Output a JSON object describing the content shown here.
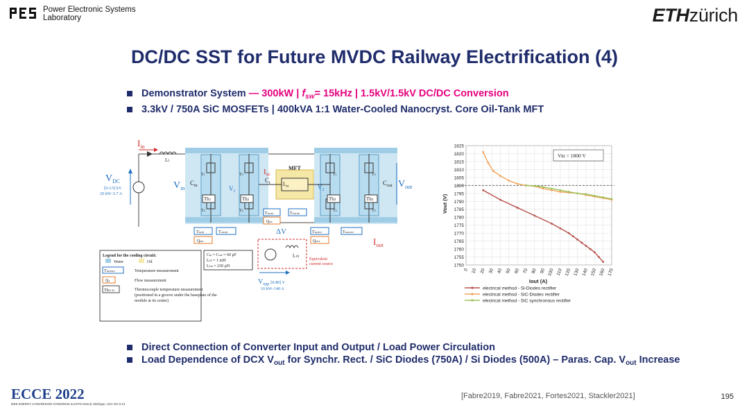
{
  "header": {
    "lab_name_line1": "Power Electronic Systems",
    "lab_name_line2": "Laboratory",
    "eth_bold": "ETH",
    "eth_rest": "zürich"
  },
  "title": "DC/DC SST for Future MVDC Railway Electrification (4)",
  "top_bullets": {
    "b1_a": "Demonstrator System",
    "b1_sep": " — ",
    "b1_b": "300kW",
    "b1_c": " | ",
    "b1_fsw": "f",
    "b1_fsw_sub": "sw",
    "b1_d": "= 15kHz",
    "b1_e": " | 1.5kV/1.5kV DC/DC Conversion",
    "b2": "3.3kV / 750A SiC MOSFETs  | 400kVA  1:1 Water-Cooled  Nanocryst. Core Oil-Tank MFT"
  },
  "circuit": {
    "iin": "I",
    "iin_sub": "in",
    "l1": "L",
    "l1_sub": "1",
    "vdc": "V",
    "vdc_sub": "DC",
    "vdc_range": "[0-3.5] kV",
    "vdc_power": "20 kW–5.7 A",
    "vin": "V",
    "vin_sub": "in",
    "cin": "C",
    "cin_sub": "in",
    "v1": "V",
    "v1_sub": "1",
    "cr": "C",
    "cr_sub": "r",
    "iac": "I",
    "iac_sub": "ac",
    "mft": "MFT",
    "lsigma": "L",
    "lsigma_sub": "σ",
    "v2": "V",
    "v2_sub": "2",
    "cout": "C",
    "cout_sub": "out",
    "vout": "V",
    "vout_sub": "out",
    "iout": "I",
    "iout_sub": "out",
    "dv": "ΔV",
    "l10": "L",
    "l10_sub": "10",
    "equiv": "Equivalent",
    "equiv2": "current source",
    "vopp": "V",
    "vopp_sub": "opp",
    "vopp_range": "[0-80] V",
    "vopp_power": "10 kW–140 A",
    "boxes": [
      "Th",
      "Th",
      "Th",
      "Th"
    ],
    "box_subs": [
      "1",
      "2",
      "3",
      "4"
    ],
    "t_labels": [
      "T",
      "T",
      "T",
      "T",
      "T",
      "T",
      "T",
      "T"
    ],
    "t_subs": [
      "1",
      "2",
      "3",
      "4",
      "1",
      "2",
      "3",
      "4"
    ],
    "t_meas": [
      "T",
      "T",
      "T",
      "T",
      "T",
      "T"
    ],
    "t_meas_subs": [
      "in,tri",
      "out,tri",
      "in,tra",
      "out,tra",
      "in,rect",
      "out,rect"
    ],
    "q_labels": [
      "Q",
      "Q",
      "Q"
    ],
    "q_subs": [
      "inv",
      "tra",
      "rect"
    ],
    "values_line1": "C",
    "values_line1_sub": "in",
    "values_line1_rest": " = C",
    "values_line1_sub2": "out",
    "values_line1_val": " = 60 μF",
    "values_line2": "L",
    "values_line2_sub": "10",
    "values_line2_val": " = 1 mH",
    "values_line3": "L",
    "values_line3_sub": "1m",
    "values_line3_val": " = 230 μH",
    "legend_title": "Legend for the cooling circuit:",
    "legend_water": "Water",
    "legend_oil": "Oil",
    "legend_t_box": "T",
    "legend_t_box_sub": "in/out,x",
    "legend_temp": "Temperature measurement",
    "legend_q_box": "Q",
    "legend_q_box_sub": "x",
    "legend_flow": "Flow measurement",
    "legend_th_box": "Th",
    "legend_th_box_sub": "[1-4]",
    "legend_thermo1": "Thermocouple temperature measurement",
    "legend_thermo2": "(positioned in a groove under the baseplate of the",
    "legend_thermo3": "module at its center)"
  },
  "chart_data": {
    "type": "line",
    "ylabel": "V",
    "ylabel_sub": "out",
    "ylabel_unit": " (V)",
    "xlabel": "I",
    "xlabel_sub": "out",
    "xlabel_unit": " (A)",
    "xlim": [
      0,
      170
    ],
    "ylim": [
      1750,
      1825
    ],
    "xticks": [
      0,
      10,
      20,
      30,
      40,
      50,
      60,
      70,
      80,
      90,
      100,
      110,
      120,
      130,
      140,
      150,
      160,
      170
    ],
    "yticks": [
      1750,
      1755,
      1760,
      1765,
      1770,
      1775,
      1780,
      1785,
      1790,
      1795,
      1800,
      1805,
      1810,
      1815,
      1820,
      1825
    ],
    "annotation": "V",
    "annotation_sub": "in",
    "annotation_rest": " = 1800  V",
    "reference_line": 1800,
    "series": [
      {
        "name": "electrical method - Si-Diodes rectifier",
        "color": "#b5504a",
        "x": [
          20,
          40,
          60,
          80,
          100,
          110,
          120,
          125,
          130,
          135,
          140,
          145,
          150,
          155,
          160
        ],
        "y": [
          1797,
          1791,
          1786,
          1781,
          1776,
          1773,
          1770,
          1768,
          1766,
          1764,
          1762,
          1760,
          1758,
          1755,
          1752
        ]
      },
      {
        "name": "electrical method - SiC-Diodes rectifier",
        "color": "#f0a35a",
        "x": [
          20,
          26,
          32,
          40,
          50,
          60,
          70,
          80,
          90,
          100,
          110,
          120,
          130,
          140,
          150,
          160,
          170
        ],
        "y": [
          1821,
          1814,
          1809,
          1806,
          1803,
          1801,
          1800,
          1799.5,
          1798,
          1797,
          1796,
          1795.5,
          1795,
          1794,
          1793,
          1792,
          1791
        ]
      },
      {
        "name": "electrical method - SiC synchronous rectifier",
        "color": "#9cc25a",
        "x": [
          70,
          80,
          90,
          100,
          110,
          120,
          130,
          140,
          150,
          160,
          170
        ],
        "y": [
          1800,
          1799.7,
          1799,
          1798,
          1797,
          1796,
          1795,
          1794.5,
          1793.5,
          1792.5,
          1791.5
        ]
      }
    ]
  },
  "bottom_bullets": {
    "b1": "Direct Connection of Converter Input and Output / Load Power Circulation",
    "b2_a": "Load Dependence of DCX V",
    "b2_sub": "out",
    "b2_b": " for Synchr. Rect. / SiC Diodes (750A) / Si Diodes (500A) – Paras. Cap. V",
    "b2_sub2": "out",
    "b2_c": " Increase"
  },
  "footer": {
    "ecce_text": "ECCE 2022",
    "ecce_tagline": "IEEE ENERGY CONVERSION CONGRESS & EXPO  Detroit, Michigan, USA Oct 9-13",
    "references": "[Fabre2019, Fabre2021, Fortes2021, Stackler2021]",
    "page": "195"
  },
  "colors": {
    "title": "#1f2c6b",
    "accent": "#e6007e",
    "water": "#9fcde6",
    "oil": "#f5e7a6",
    "red": "#d42a2a",
    "blue": "#1f6fbf"
  }
}
